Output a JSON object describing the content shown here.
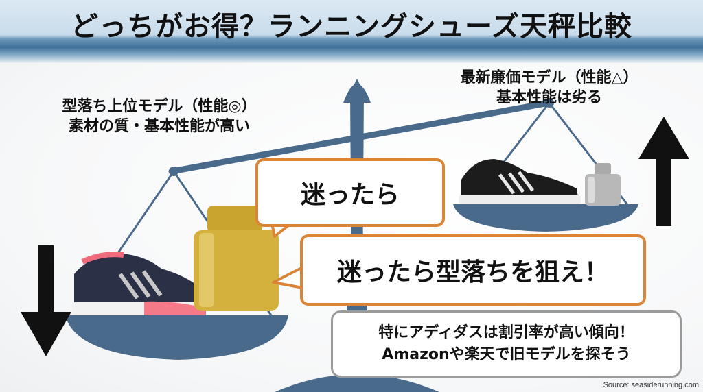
{
  "title": "どっちがお得？ランニングシューズ天秤比較",
  "left_label": {
    "line1": "型落ち上位モデル（性能◎）",
    "line2": "素材の質・基本性能が高い"
  },
  "right_label": {
    "line1": "最新廉価モデル（性能△）",
    "line2": "基本性能は劣る"
  },
  "bubble_small": "迷ったら",
  "bubble_large": "迷ったら型落ちを狙え！",
  "note": {
    "line1": "特にアディダスは割引率が高い傾向！",
    "line2": "Amazonや楽天で旧モデルを探そう"
  },
  "source": "Source: seasiderunning.com",
  "colors": {
    "scale": "#4a6a8c",
    "bubble_border": "#d98436",
    "gold_weight": "#d4b13c",
    "silver_weight": "#b8b8b8"
  }
}
